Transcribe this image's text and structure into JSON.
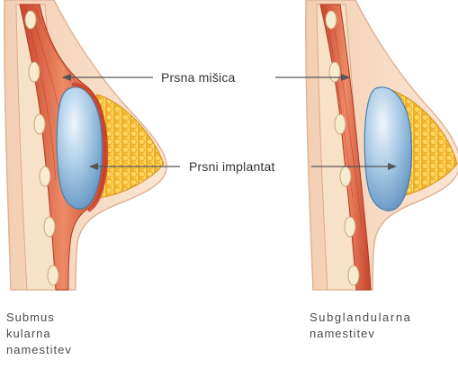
{
  "labels": {
    "muscle": "Prsna mišica",
    "implant": "Prsni implantat"
  },
  "captions": {
    "left": [
      "Submus",
      "kularna",
      "namestitev"
    ],
    "right": [
      "Subglandularna",
      "namestitev"
    ]
  },
  "colors": {
    "skin": "#f8dcc4",
    "skin_outline": "#e2b395",
    "muscle": "#d9573c",
    "muscle_light": "#ef9a78",
    "rib": "#f4e6c6",
    "fat": "#f5b82e",
    "fat_light": "#fde27a",
    "implant": "#8fb7d9",
    "implant_light": "#d6e8f6",
    "arrow": "#555555"
  }
}
